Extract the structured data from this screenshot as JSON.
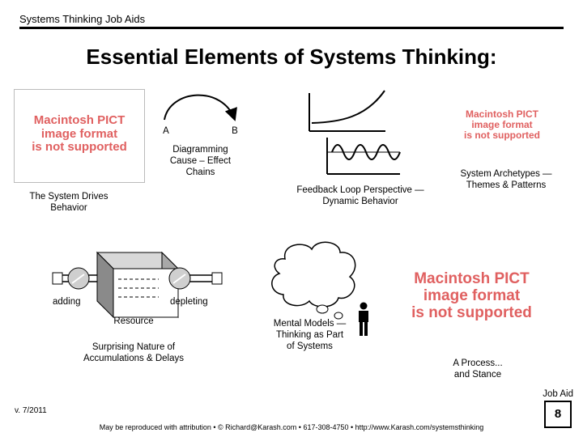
{
  "header": {
    "label": "Systems Thinking Job Aids"
  },
  "title": "Essential Elements of Systems Thinking:",
  "pict_notice": [
    "Macintosh PICT",
    "image format",
    "is not supported"
  ],
  "elements": {
    "system_drives": [
      "The System Drives",
      "Behavior"
    ],
    "diagramming": {
      "node_a": "A",
      "node_b": "B",
      "caption": [
        "Diagramming",
        "Cause – Effect",
        "Chains"
      ]
    },
    "feedback": [
      "Feedback Loop Perspective —",
      "Dynamic Behavior"
    ],
    "archetypes": [
      "System Archetypes —",
      "Themes & Patterns"
    ],
    "accumulations": {
      "inflow": "adding",
      "outflow": "depleting",
      "stock": "Resource",
      "caption": [
        "Surprising Nature of",
        "Accumulations & Delays"
      ]
    },
    "mental_models": [
      "Mental Models —",
      "Thinking as Part",
      "of Systems"
    ],
    "process_stance": [
      "A Process...",
      "and Stance"
    ]
  },
  "footer": {
    "job_aid": "Job Aid",
    "version": "v. 7/2011",
    "page_number": "8",
    "attribution": "May be reproduced with attribution • © Richard@Karash.com • 617-308-4750 • http://www.Karash.com/systemsthinking"
  },
  "colors": {
    "pict_text": "#e06060",
    "ink": "#000000"
  }
}
